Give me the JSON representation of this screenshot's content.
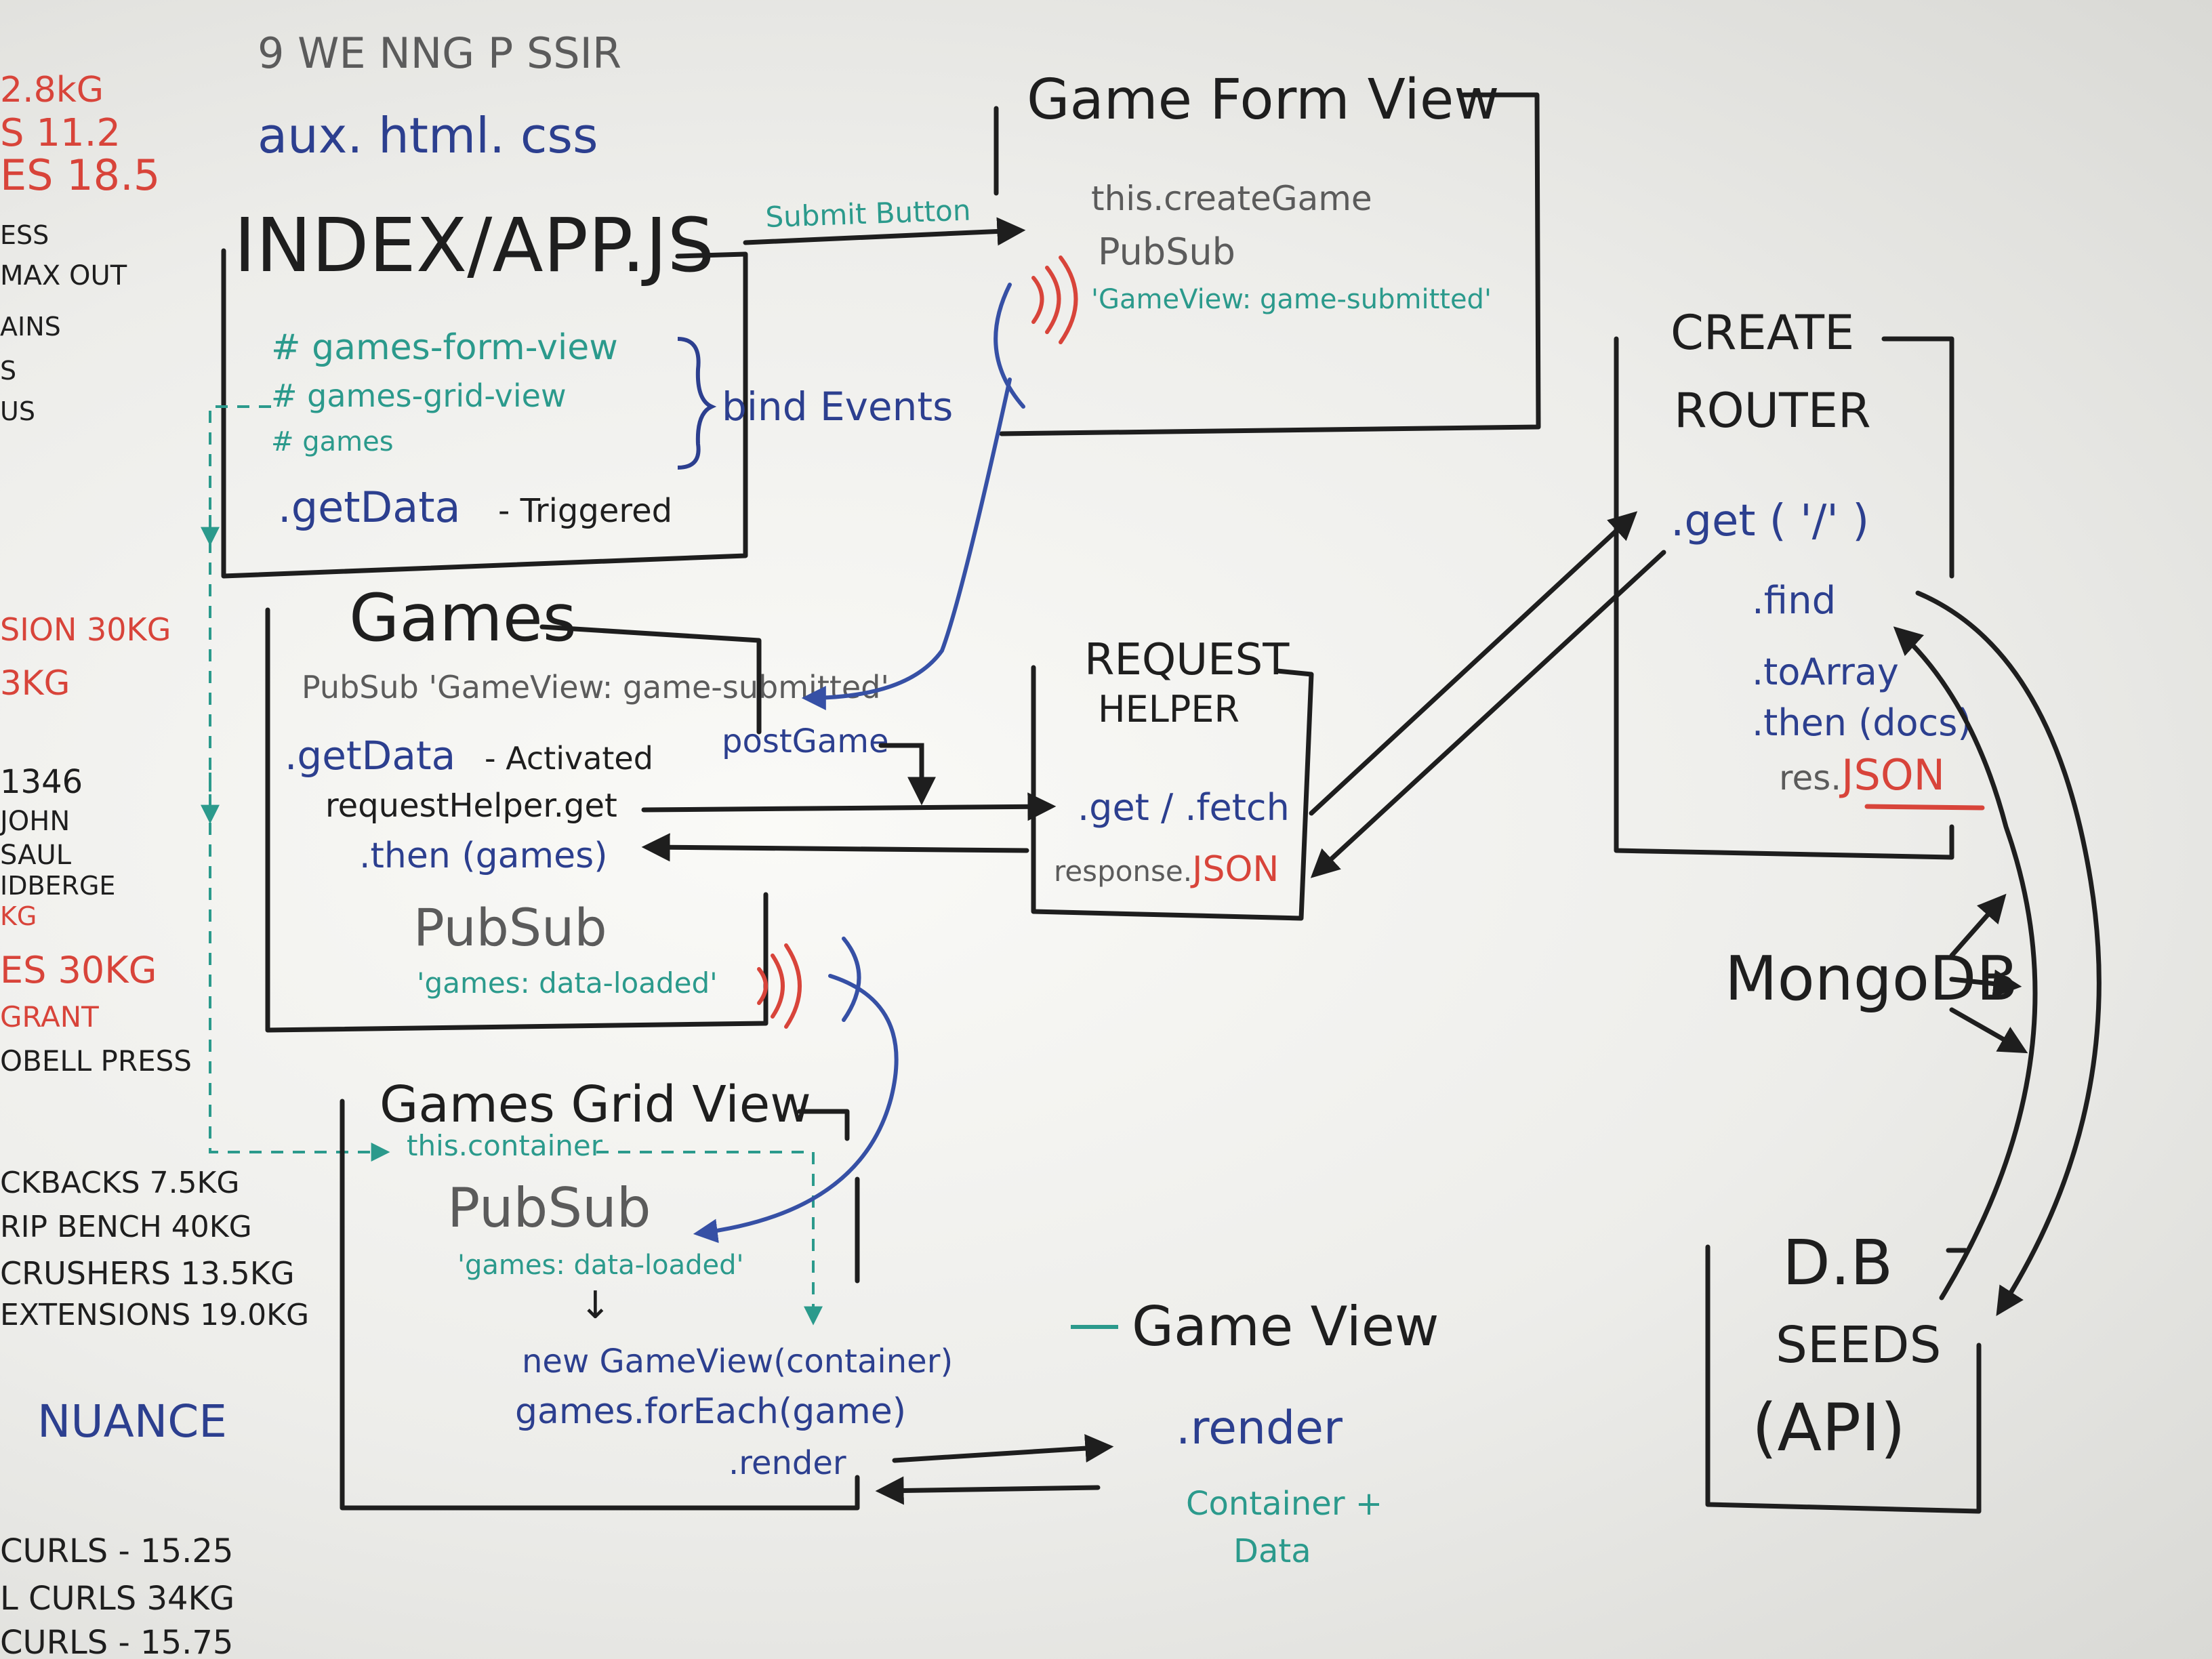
{
  "top_notes": {
    "line1": "9 WE NNG P SSIR",
    "line2": "aux. html. css"
  },
  "left_notes": [
    {
      "text": "2.8kG",
      "color": "#d8443a"
    },
    {
      "text": "S 11.2",
      "color": "#d8443a"
    },
    {
      "text": "ES 18.5",
      "color": "#d8443a"
    },
    {
      "text": "ESS",
      "color": "#1e1e1e"
    },
    {
      "text": "MAX OUT",
      "color": "#1e1e1e"
    },
    {
      "text": "AINS",
      "color": "#1e1e1e"
    },
    {
      "text": "S",
      "color": "#1e1e1e"
    },
    {
      "text": "US",
      "color": "#1e1e1e"
    },
    {
      "text": "SION 30KG",
      "color": "#d8443a"
    },
    {
      "text": "3KG",
      "color": "#d8443a"
    },
    {
      "text": "1346",
      "color": "#1e1e1e"
    },
    {
      "text": "JOHN",
      "color": "#1e1e1e"
    },
    {
      "text": "SAUL",
      "color": "#1e1e1e"
    },
    {
      "text": "IDBERGE",
      "color": "#1e1e1e"
    },
    {
      "text": "KG",
      "color": "#d8443a"
    },
    {
      "text": "ES 30KG",
      "color": "#d8443a"
    },
    {
      "text": "GRANT",
      "color": "#d8443a"
    },
    {
      "text": "OBELL PRESS",
      "color": "#1e1e1e"
    },
    {
      "text": "CKBACKS 7.5KG",
      "color": "#1e1e1e"
    },
    {
      "text": "RIP BENCH 40KG",
      "color": "#1e1e1e"
    },
    {
      "text": "CRUSHERS 13.5KG",
      "color": "#1e1e1e"
    },
    {
      "text": "EXTENSIONS 19.0KG",
      "color": "#1e1e1e"
    },
    {
      "text": "NUANCE",
      "color": "#2c3f8f"
    },
    {
      "text": "CURLS - 15.25",
      "color": "#1e1e1e"
    },
    {
      "text": "L CURLS 34KG",
      "color": "#1e1e1e"
    },
    {
      "text": "CURLS - 15.75",
      "color": "#1e1e1e"
    }
  ],
  "index_box": {
    "title": "INDEX/APP.JS",
    "selectors": [
      "# games-form-view",
      "# games-grid-view",
      "# games"
    ],
    "bind_label": "bind Events",
    "get_data": ".getData",
    "triggered": "- Triggered"
  },
  "submit_label": "Submit Button",
  "game_form_view": {
    "title": "Game Form View",
    "line1": "this.createGame",
    "line2": "PubSub",
    "line3": "'GameView: game-submitted'"
  },
  "games_box": {
    "title": "Games",
    "pubsub": "PubSub 'GameView: game-submitted'",
    "post_game": "postGame",
    "get_data": ".getData",
    "activated": "- Activated",
    "request_get": "requestHelper.get",
    "then_games": ".then (games)",
    "pubsub2": "PubSub",
    "data_loaded": "'games: data-loaded'"
  },
  "request_helper": {
    "title1": "REQUEST",
    "title2": "HELPER",
    "get_fetch": ".get / .fetch",
    "response_prefix": "response.",
    "response_json": "JSON"
  },
  "create_router": {
    "title1": "CREATE",
    "title2": "ROUTER",
    "get_root": ".get ( '/' )",
    "find": ".find",
    "to_array": ".toArray",
    "then_docs": ".then (docs)",
    "res_prefix": "res.",
    "res_json": "JSON"
  },
  "mongodb": "MongoDB",
  "db_seeds": {
    "title": "D.B",
    "line1": "SEEDS",
    "line2": "(API)"
  },
  "games_grid_view": {
    "title": "Games Grid View",
    "container": "this.container",
    "pubsub": "PubSub",
    "data_loaded": "'games: data-loaded'",
    "down_arrow": "↓",
    "new_game_view": "new GameView(container)",
    "for_each": "games.forEach(game)",
    "render": ".render"
  },
  "game_view": {
    "title": "Game View",
    "render": ".render",
    "container_data1": "Container +",
    "container_data2": "Data"
  }
}
